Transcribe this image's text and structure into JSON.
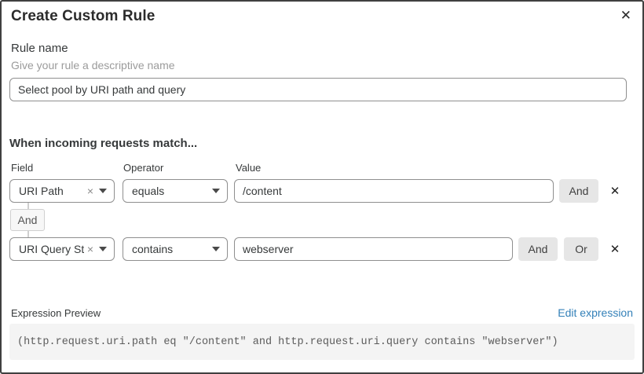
{
  "dialog": {
    "title": "Create Custom Rule"
  },
  "icons": {
    "close": "✕",
    "clear": "×",
    "remove": "✕"
  },
  "rule_name": {
    "label": "Rule name",
    "hint": "Give your rule a descriptive name",
    "value": "Select pool by URI path and query"
  },
  "matcher": {
    "heading": "When incoming requests match...",
    "columns": {
      "field": "Field",
      "operator": "Operator",
      "value": "Value"
    },
    "connector_label": "And",
    "rows": [
      {
        "field": "URI Path",
        "operator": "equals",
        "value": "/content",
        "buttons": [
          "And"
        ]
      },
      {
        "field": "URI Query St...",
        "operator": "contains",
        "value": "webserver",
        "buttons": [
          "And",
          "Or"
        ]
      }
    ]
  },
  "expression": {
    "label": "Expression Preview",
    "edit_link": "Edit expression",
    "code": "(http.request.uri.path eq \"/content\" and http.request.uri.query contains \"webserver\")"
  },
  "colors": {
    "link": "#3380b8",
    "dialog_border": "#3f3f3f",
    "input_border": "#8f8f8f",
    "button_bg": "#e6e6e6",
    "code_bg": "#f4f4f4"
  }
}
